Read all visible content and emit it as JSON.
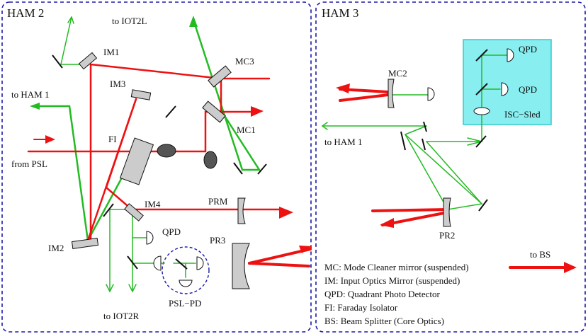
{
  "chambers": {
    "ham2": "HAM 2",
    "ham3": "HAM 3"
  },
  "ports": {
    "to_iot2l": "to IOT2L",
    "to_ham1_left": "to HAM 1",
    "from_psl": "from PSL",
    "to_iot2r": "to IOT2R",
    "to_ham1_right": "to HAM 1",
    "to_bs": "to BS"
  },
  "optics": {
    "im1": "IM1",
    "im2": "IM2",
    "im3": "IM3",
    "im4": "IM4",
    "mc1": "MC1",
    "mc2": "MC2",
    "mc3": "MC3",
    "fi": "FI",
    "prm": "PRM",
    "pr2": "PR2",
    "pr3": "PR3",
    "qpd_ham2": "QPD",
    "psl_pd": "PSL−PD",
    "qpd_sled_1": "QPD",
    "qpd_sled_2": "QPD",
    "isc_sled": "ISC−Sled"
  },
  "legend": [
    "MC: Mode Cleaner mirror (suspended)",
    "IM: Input Optics Mirror (suspended)",
    "QPD: Quadrant Photo Detector",
    "FI: Faraday Isolator",
    "BS: Beam Splitter (Core Optics)"
  ],
  "colors": {
    "main_beam": "#ee1111",
    "pickoff_beam": "#22bb22",
    "chamber_border": "#1a1aaa",
    "optic_fill": "#cccccc",
    "isc_sled_fill": "#88eef0",
    "isc_sled_border": "#33cccc"
  }
}
